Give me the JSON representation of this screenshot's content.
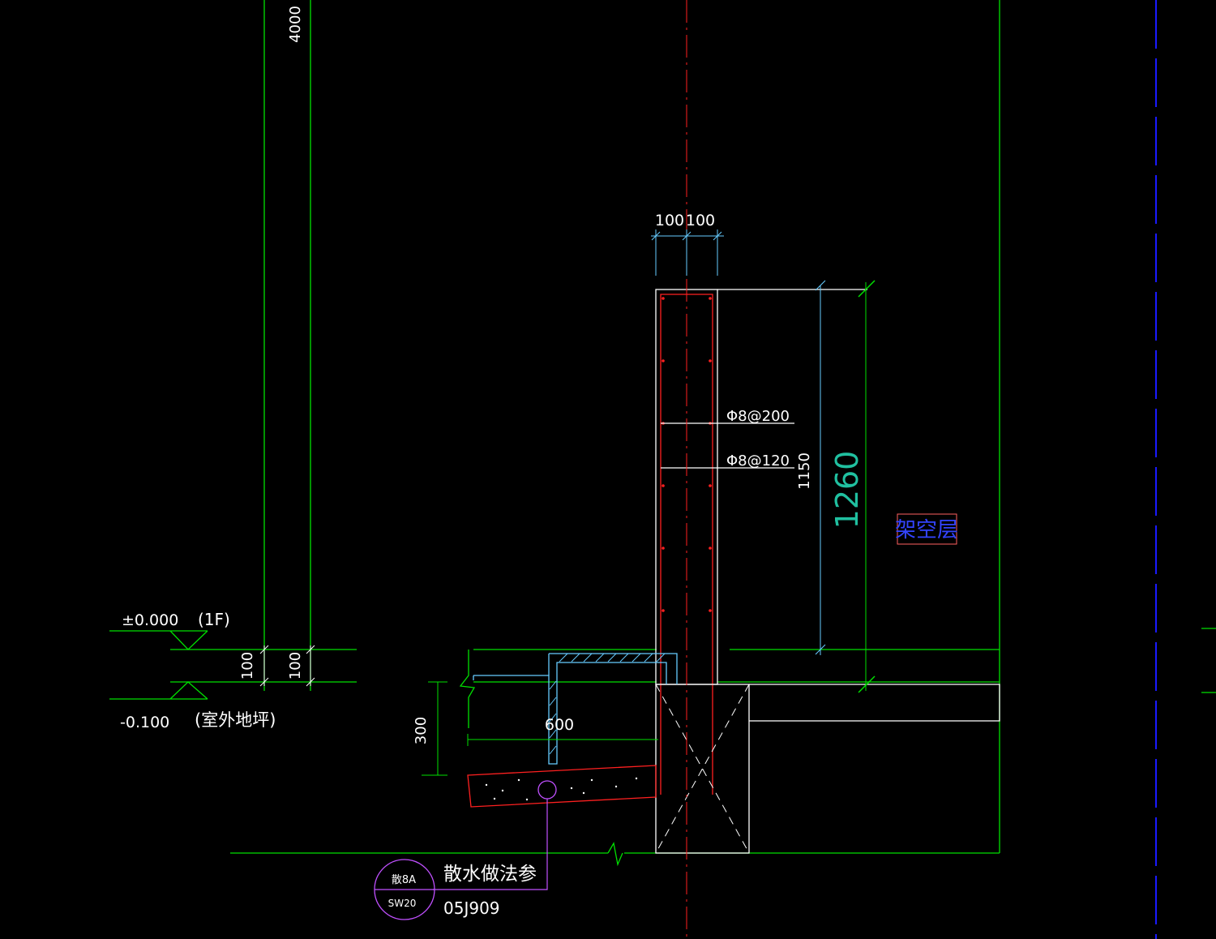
{
  "colors": {
    "background": "#000000",
    "green": "#00e000",
    "white": "#ffffff",
    "red": "#ff2020",
    "cyan": "#66ccff",
    "blue": "#1a1aff",
    "magenta": "#c050ff",
    "teal": "#20c0a0"
  },
  "labels": {
    "dim_4000": "4000",
    "dim_100_left": "100",
    "dim_100_right": "100",
    "rebar_1": "Φ8@200",
    "rebar_2": "Φ8@120",
    "dim_1150": "1150",
    "dim_1260": "1260",
    "room_tag": "架空层",
    "elev_0": "±0.000",
    "floor_tag": "(1F)",
    "dim_100_v1": "100",
    "dim_100_v2": "100",
    "elev_neg": "-0.100",
    "ground_tag": "(室外地坪)",
    "dim_300": "300",
    "dim_600": "600",
    "detail_top": "散8A",
    "detail_bottom": "SW20",
    "note_line1": "散水做法参",
    "note_line2": "05J909"
  }
}
